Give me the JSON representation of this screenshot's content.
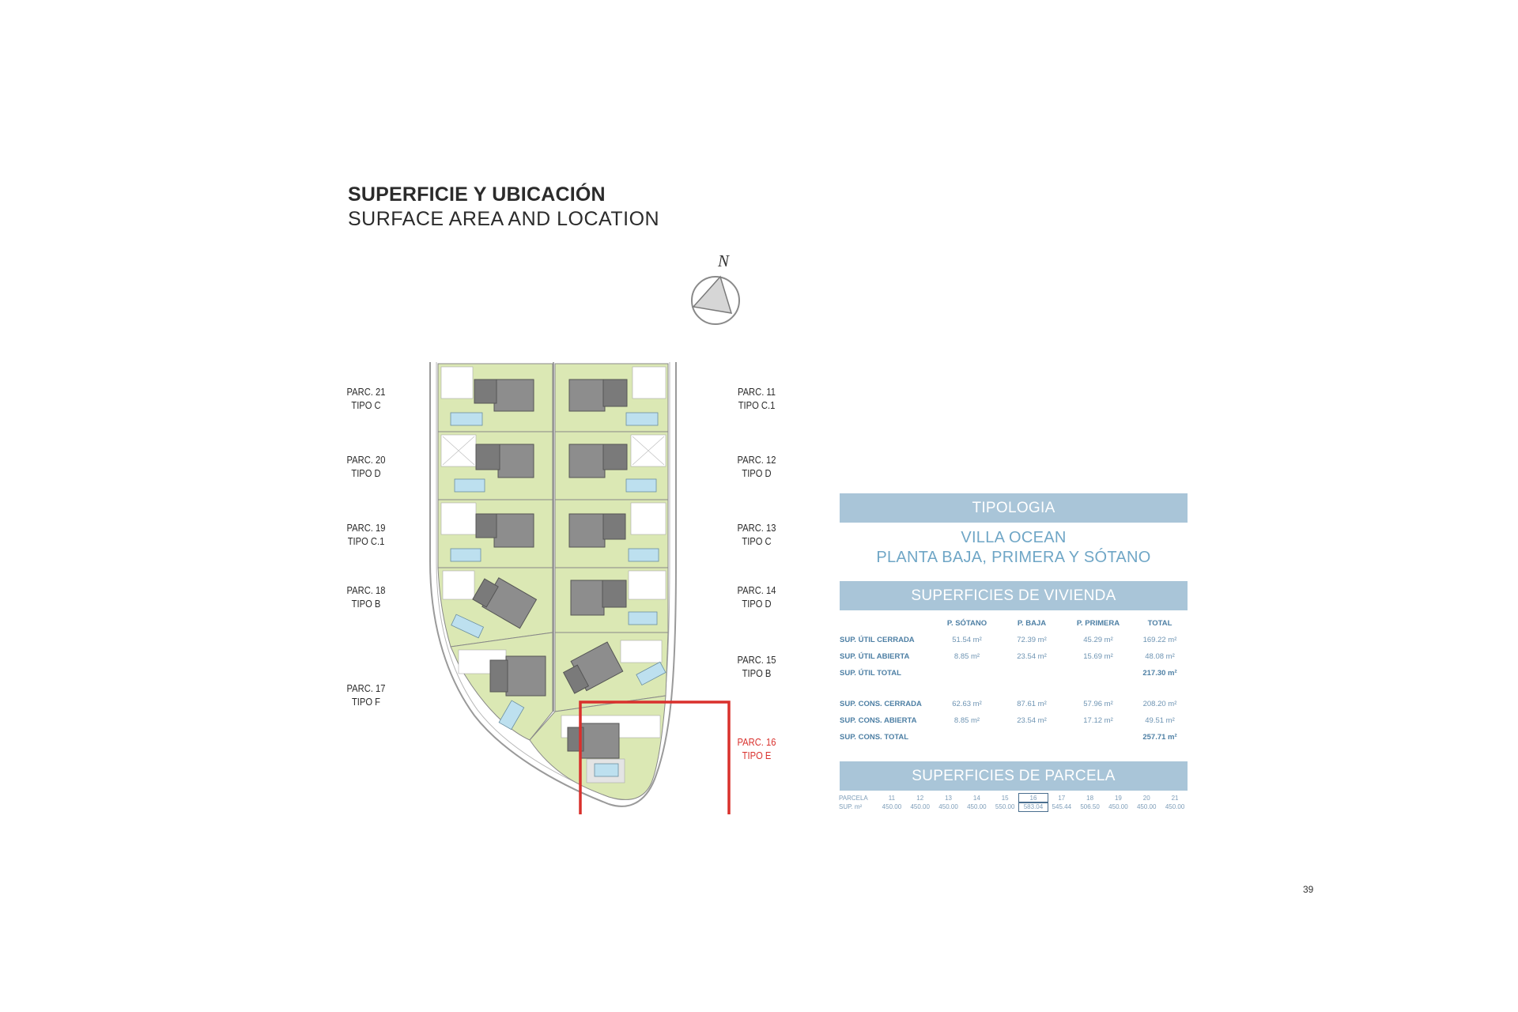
{
  "header": {
    "title": "SUPERFICIE Y UBICACIÓN",
    "subtitle": "SURFACE AREA AND LOCATION"
  },
  "compass": {
    "label": "N",
    "icon": "north-arrow-icon"
  },
  "plan": {
    "colors": {
      "plot_green": "#dbe8b4",
      "house_gray": "#8d8d8d",
      "pool_blue": "#bde0ef",
      "highlight": "#d9302c"
    },
    "plots": [
      {
        "l1": "PARC. 21",
        "l2": "TIPO C"
      },
      {
        "l1": "PARC. 20",
        "l2": "TIPO D"
      },
      {
        "l1": "PARC. 19",
        "l2": "TIPO C.1"
      },
      {
        "l1": "PARC. 18",
        "l2": "TIPO B"
      },
      {
        "l1": "PARC. 17",
        "l2": "TIPO F"
      },
      {
        "l1": "PARC. 11",
        "l2": "TIPO C.1"
      },
      {
        "l1": "PARC. 12",
        "l2": "TIPO D"
      },
      {
        "l1": "PARC. 13",
        "l2": "TIPO C"
      },
      {
        "l1": "PARC. 14",
        "l2": "TIPO D"
      },
      {
        "l1": "PARC. 15",
        "l2": "TIPO B"
      },
      {
        "l1": "PARC. 16",
        "l2": "TIPO E"
      }
    ]
  },
  "tipologia": {
    "heading": "TIPOLOGIA",
    "line1": "VILLA OCEAN",
    "line2": "PLANTA BAJA, PRIMERA Y SÓTANO"
  },
  "vivienda": {
    "heading": "SUPERFICIES DE VIVIENDA",
    "columns": [
      "P. SÓTANO",
      "P. BAJA",
      "P. PRIMERA",
      "TOTAL"
    ],
    "rows": [
      {
        "label": "SUP. ÚTIL CERRADA",
        "values": [
          "51.54 m²",
          "72.39 m²",
          "45.29 m²",
          "169.22 m²"
        ]
      },
      {
        "label": "SUP. ÚTIL ABIERTA",
        "values": [
          "8.85 m²",
          "23.54 m²",
          "15.69 m²",
          "48.08 m²"
        ]
      },
      {
        "label": "SUP. ÚTIL TOTAL",
        "values": [
          "",
          "",
          "",
          "217.30 m²"
        ]
      },
      {
        "label": "SUP. CONS. CERRADA",
        "values": [
          "62.63 m²",
          "87.61 m²",
          "57.96 m²",
          "208.20 m²"
        ]
      },
      {
        "label": "SUP. CONS. ABIERTA",
        "values": [
          "8.85 m²",
          "23.54 m²",
          "17.12 m²",
          "49.51 m²"
        ]
      },
      {
        "label": "SUP. CONS. TOTAL",
        "values": [
          "",
          "",
          "",
          "257.71 m²"
        ]
      }
    ]
  },
  "parcela": {
    "heading": "SUPERFICIES DE PARCELA",
    "row_label_1": "PARCELA",
    "row_label_2": "SUP. m²",
    "numbers": [
      "11",
      "12",
      "13",
      "14",
      "15",
      "16",
      "17",
      "18",
      "19",
      "20",
      "21"
    ],
    "areas": [
      "450.00",
      "450.00",
      "450.00",
      "450.00",
      "550.00",
      "583.04",
      "545.44",
      "506.50",
      "450.00",
      "450.00",
      "450.00"
    ],
    "highlighted": "16"
  },
  "page_number": "39"
}
